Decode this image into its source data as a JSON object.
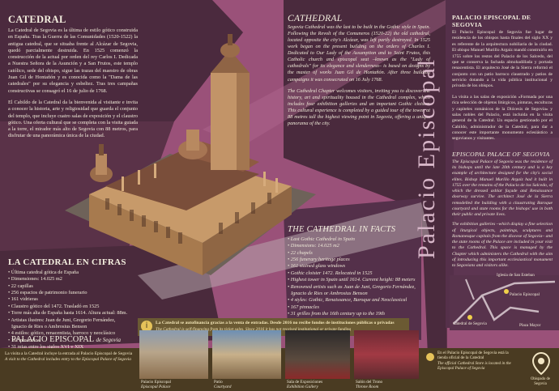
{
  "left": {
    "title": "CATEDRAL",
    "p1": "La Catedral de Segovia es la última de estilo gótico construida en España. Tras la Guerra de las Comunidades (1520-1522) la antigua catedral, que se situaba frente al Alcázar de Segovia, quedó parcialmente destruida. En 1525 comenzó la construcción de la actual por orden del rey Carlos I. Dedicada a Nuestra Señora de la Asunción y a San Frutos, este templo católico, sede del obispo, sigue las trazas del maestro de obras Juan Gil de Hontañón y es conocida como la \"Dama de las catedrales\" por su elegancia y esbeltez. Tras tres campañas constructivas se consagró el 16 de julio de 1768.",
    "p2": "El Cabildo de la Catedral da la bienvenida al visitante e invita a conocer la historia, arte y religiosidad que guarda el conjunto del templo, que incluye cuatro salas de exposición y el claustro gótico. Una oferta cultural que se completa con la visita guiada a la torre, el mirador más alto de Segovia con 88 metros, para disfrutar de una panorámica única de la ciudad.",
    "facts_title": "LA CATEDRAL EN CIFRAS",
    "facts": [
      "• Última catedral gótica de España",
      "• Dimensiones: 14.025 m2",
      "• 22 capillas",
      "• 256 espacios de patrimonio funerario",
      "• 161 vidrieras",
      "• Claustro gótico del 1472. Trasladó en 1525",
      "• Torre más alta de España hasta 1614. Altura actual: 88m.",
      "• Artistas ilustres: Juan de Juni, Gregorio Fernández,",
      "  Ignacio de Ries o Ambrosius Benson",
      "• 4 estilos: gótico, renacentista, barroco y neoclásico",
      "• 167 pináculos",
      "• 31 rejas entre los siglos XVI y XIX"
    ]
  },
  "middle": {
    "title": "CATHEDRAL",
    "p1": "Segovia Cathedral was the last to be built in the Gothic style in Spain. Following the Revolt of the Comuneros (1520-22) the old cathedral, located opposite the city's Alcázar, was left partly destroyed. In 1525 work began on the present building on the orders of Charles I. Dedicated to Our Lady of the Assumption and to Saint Frutos, this Catholic church and episcopal seat –known as the \"Lady of cathedrals\" for its elegance and slenderness– is based on designs by the master of works Juan Gil de Hontañón. After three building campaigns it was consecrated on 16 July 1768.",
    "p2": "The Cathedral Chapter welcomes visitors, inviting you to discover the history, art and spirituality housed in the Cathedral complex, which includes four exhibition galleries and an important Gothic cloister. This cultural experience is completed by a guided tour of the tower, at 88 metres tall the highest viewing point in Segovia, offering a unique panorama of the city.",
    "facts_title": "THE CATHEDRAL IN FACTS",
    "facts": [
      "• Last Gothic Cathedral in Spain",
      "• Dimensions: 14.025 m2",
      "• 22 chapels",
      "• 256 funerary heritage places",
      "• 161 stained glass windows",
      "• Gothic cloister 1472. Relocated in 1525",
      "• Highest tower in Spain until 1614. Current height: 88 meters",
      "• Renowned artists such as Juan de Juni, Gregorio Fernández,",
      "  Ignacio de Ries or Ambrosius Benson",
      "• 4 styles: Gothic, Renaissance, Baroque and Neoclassical",
      "• 167 pinnacles",
      "• 31 grilles from the 16th century up to the 19th"
    ]
  },
  "right": {
    "vertical": "Palacio Episcopal",
    "title": "PALACIO EPISCOPAL DE SEGOVIA",
    "p1": "El Palacio Episcopal de Segovia fue lugar de residencia de los obispos hasta finales del siglo XX y es referente de la arquitectura nobiliaria de la ciudad. El obispo Manuel Murillo Argaiz mandó construirlo en 1755 sobre los restos del Palacio de los Salcedo, del que se conserva la fachada almohadillada y portada renacentista. El arquitecto José de la Sierra reformó el conjunto con un patio barroco claustrado y patios de servicio dotando a la vida pública institucional y privada de los obispos.",
    "p2": "La visita a las salas de exposición «Formada por una rica selección de objetos litúrgicos, pinturas, esculturas y capiteles románicos de la Diócesis de Segovia» y salas nobles del Palacio, está incluida en la visita general de la Catedral. Un espacio gestionado por el Cabildo, administrador de la Catedral, para dar a conocer este importante monumento eclesiástico a segovianos y visitantes.",
    "title_en": "EPISCOPAL PALACE OF SEGOVIA",
    "p3": "The Episcopal Palace of Segovia was the residence of its bishops until the late 20th century and is a key example of architecture designed for the city's social elites. Bishop Manuel Murillo Argaiz had it built in 1755 over the remains of the Palacio de los Salcedo, of which the dressed ashlar façade and Renaissance doorway survive. The architect José de la Sierra remodelled the building with a claustrating Baroque courtyard and state rooms for the bishops' use in both their public and private lives.",
    "p4": "The exhibition galleries –which display a fine selection of liturgical objects, paintings, sculptures and Romanesque capitals from the diocese of Segovia– and the state rooms of the Palace are included in your visit to the Cathedral. This space is managed by the Chapter which administers the Cathedral with the aim of introducing this important ecclesiastical monument to Segovians and visitors alike."
  },
  "map": {
    "labels": [
      "Iglesia de San Esteban",
      "Palacio Episcopal",
      "Catedral de Segovia",
      "Plaza Mayor"
    ]
  },
  "bottom": {
    "notice_es": "La Catedral se autofinancia gracias a la venta de entradas. Desde 2016 no recibe fondos de instituciones públicas o privadas",
    "notice_en": "The Cathedral is self-financing from its ticket sales. Since 2016 it has not received institutional or private funding",
    "brand": "PALACIO EPISCOPAL",
    "brand_suffix": "de Segovia",
    "brand_note1": "La visita a la Catedral incluye la entrada al Palacio Episcopal de Segovia",
    "brand_note2": "A visit to the Cathedral includes entry to the Episcopal Palace of Segovia",
    "captions": [
      {
        "es": "Palacio Episcopal",
        "en": "Episcopal Palace"
      },
      {
        "es": "Patio",
        "en": "Courtyard"
      },
      {
        "es": "Sala de Exposiciones",
        "en": "Exhibition Gallery"
      },
      {
        "es": "Salón del Trono",
        "en": "Throne Room"
      }
    ],
    "right_note1": "En el Palacio Episcopal de Segovia está la tienda oficial de la Catedral",
    "right_note2": "The official Cathedral Store is located in the Episcopal Palace of Segovia",
    "right_note3": "Obispado de Segovia"
  }
}
